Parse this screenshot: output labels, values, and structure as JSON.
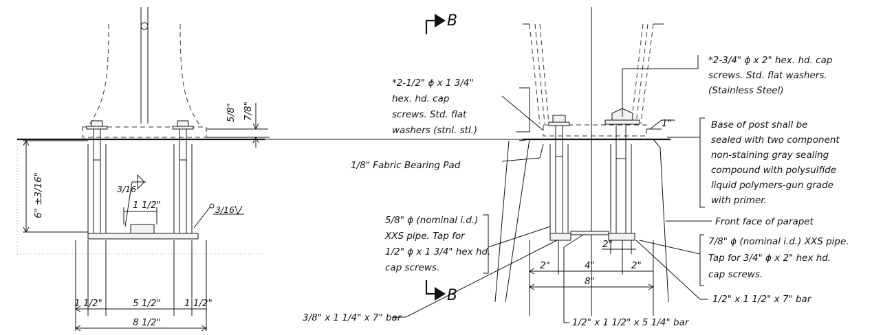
{
  "section_labels": {
    "b_top": "B",
    "b_bottom": "B"
  },
  "left_view": {
    "dim_top": "5/8\"",
    "dim_top_2": "7/8\"",
    "dim_height": "6\" ±3/16\"",
    "weld_a": "3/16",
    "weld_b": "3/16",
    "dim_bar": "1 1/2\"",
    "dim_spacing_left": "1 1/2\"",
    "dim_spacing_mid": "5 1/2\"",
    "dim_spacing_right": "1 1/2\"",
    "dim_total": "8 1/2\""
  },
  "right_view": {
    "note_screws_small": [
      "*2-1/2\" ϕ x 1 3/4\"",
      "hex. hd. cap",
      "screws. Std. flat",
      "washers (stnl. stl.)"
    ],
    "note_screws_large": [
      "*2-3/4\" ϕ x 2\" hex. hd. cap",
      "screws. Std. flat washers.",
      "(Stainless Steel)"
    ],
    "dim_1in": "1\"",
    "note_sealing": [
      "Base of post shall be",
      "sealed with two component",
      "non-staining gray sealing",
      "compound with polysulfide",
      "liquid polymers-gun grade",
      "with primer."
    ],
    "label_bearing_pad": "1/8\" Fabric Bearing Pad",
    "note_pipe_small": [
      "5/8\" ϕ (nominal i.d.)",
      "XXS pipe. Tap for",
      "1/2\" ϕ x 1 3/4\" hex hd.",
      "cap screws."
    ],
    "label_front_face": "Front face of parapet",
    "note_pipe_large": [
      "7/8\" ϕ (nominal i.d.) XXS pipe.",
      "Tap for 3/4\" ϕ x 2\" hex hd.",
      "cap screws."
    ],
    "dim_2in_center": "2\"",
    "dim_2in_left": "2\"",
    "dim_4in": "4\"",
    "dim_2in_right": "2\"",
    "dim_8in": "8\"",
    "label_bar_right": "1/2\" x 1 1/2\" x 7\" bar",
    "label_bar_left": "3/8\" x 1 1/4\" x 7\" bar",
    "label_bar_center": "1/2\" x 1 1/2\" x 5 1/4\" bar"
  }
}
